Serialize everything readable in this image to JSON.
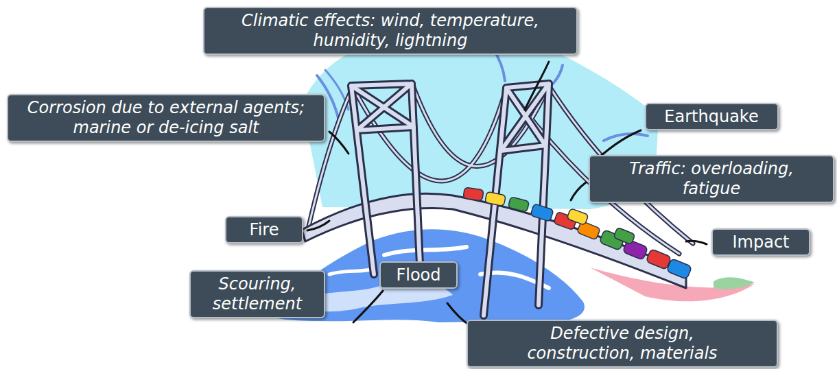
{
  "diagram": {
    "nodes": [
      {
        "text": [
          "Climatic effects: wind, temperature, humidity, lightning"
        ]
      },
      {
        "text": [
          "Corrosion due to external agents; marine or de-icing salt"
        ]
      },
      {
        "text": [
          "Earthquake"
        ]
      },
      {
        "text": [
          "Traffic: overloading, fatigue"
        ]
      },
      {
        "text": [
          "Fire"
        ]
      },
      {
        "text": [
          "Impact"
        ]
      },
      {
        "text": [
          "Scouring, settlement"
        ]
      },
      {
        "text": [
          "Flood"
        ]
      },
      {
        "text": [
          "Defective design, construction, materials"
        ]
      }
    ]
  }
}
